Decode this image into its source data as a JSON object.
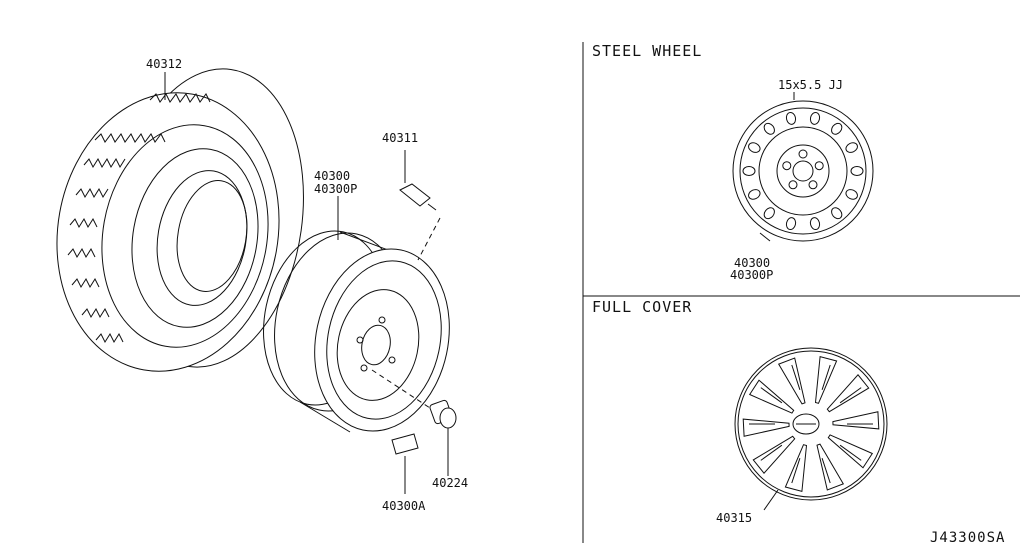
{
  "sections": {
    "steel_wheel": {
      "title": "STEEL WHEEL",
      "size": "15x5.5 JJ",
      "part_numbers": [
        "40300",
        "40300P"
      ]
    },
    "full_cover": {
      "title": "FULL COVER",
      "part_number": "40315"
    }
  },
  "callouts": {
    "tire": "40312",
    "valve": "40311",
    "wheel": [
      "40300",
      "40300P"
    ],
    "nut": "40224",
    "weight": "40300A"
  },
  "diagram_code": "J43300SA"
}
